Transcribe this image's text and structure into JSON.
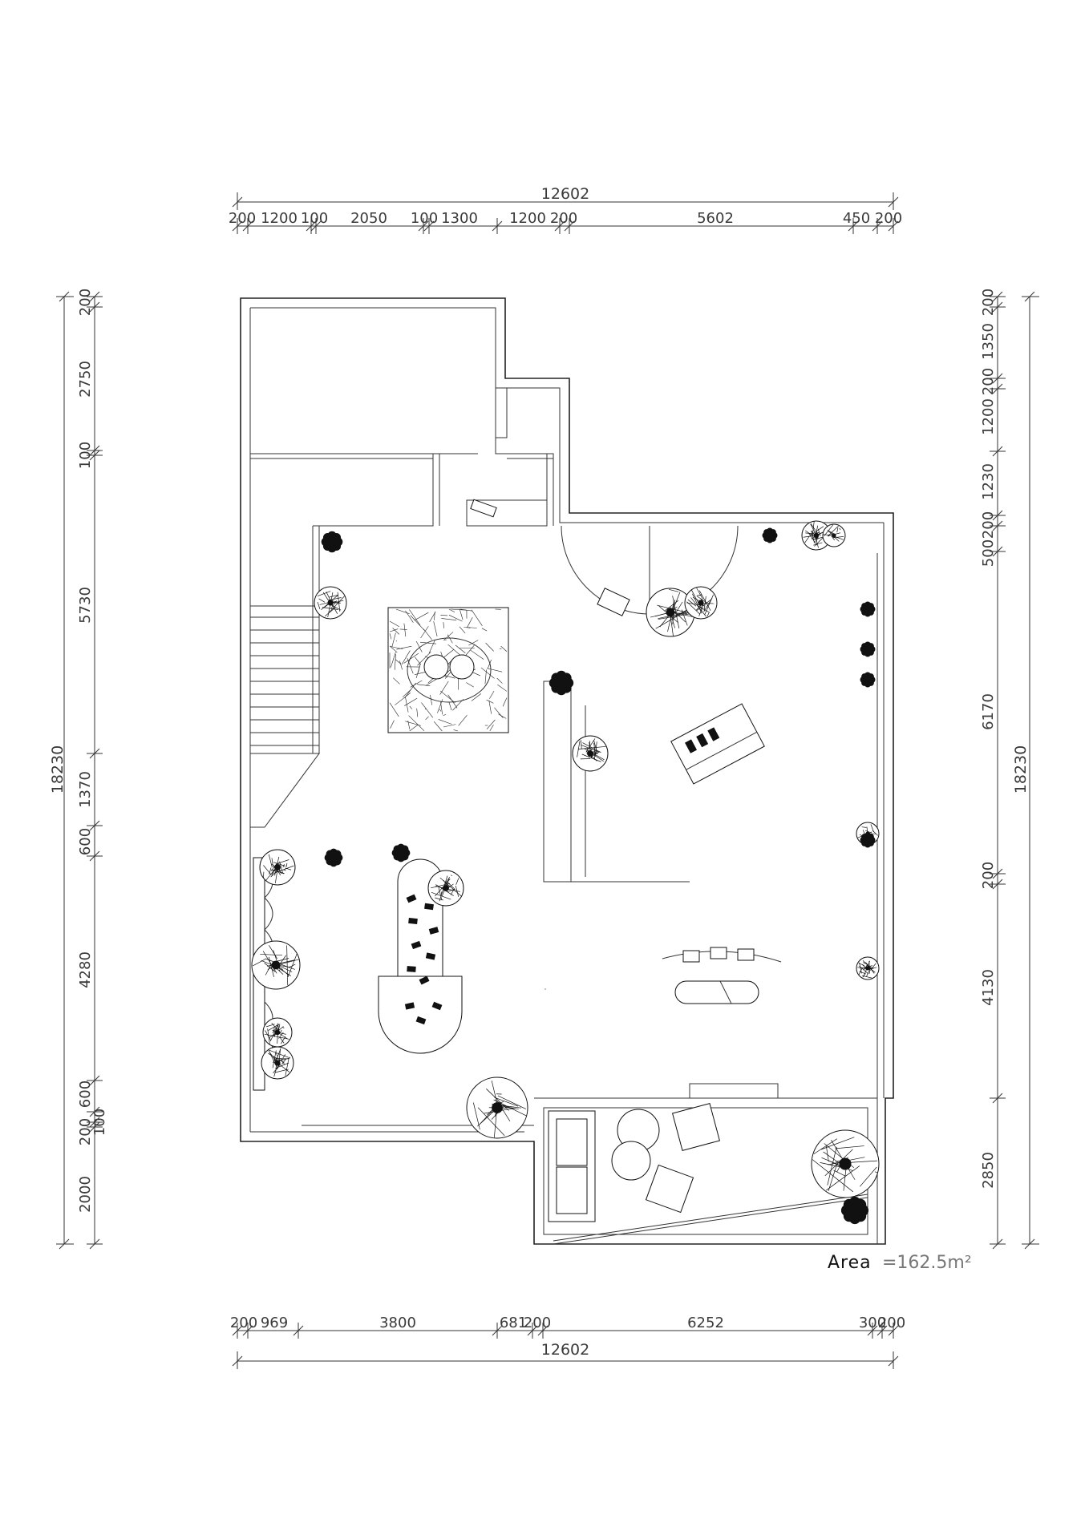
{
  "dimensions": {
    "top_total": "12602",
    "top_segments": [
      "200",
      "1200",
      "100",
      "2050",
      "100",
      "1300",
      "1200",
      "200",
      "5602",
      "450",
      "200"
    ],
    "bottom_segments": [
      "200",
      "969",
      "3800",
      "681",
      "200",
      "6252",
      "300",
      "200"
    ],
    "bottom_total": "12602",
    "left_total": "18230",
    "left_segments": [
      "200",
      "2750",
      "100",
      "5730",
      "1370",
      "600",
      "4280",
      "600",
      "200",
      "100",
      "2000"
    ],
    "right_total": "18230",
    "right_segments": [
      "200",
      "1350",
      "200",
      "1200",
      "1230",
      "200",
      "500",
      "6170",
      "200",
      "4130",
      "2850"
    ]
  },
  "area": {
    "label": "Area",
    "value": "=162.5m²"
  }
}
